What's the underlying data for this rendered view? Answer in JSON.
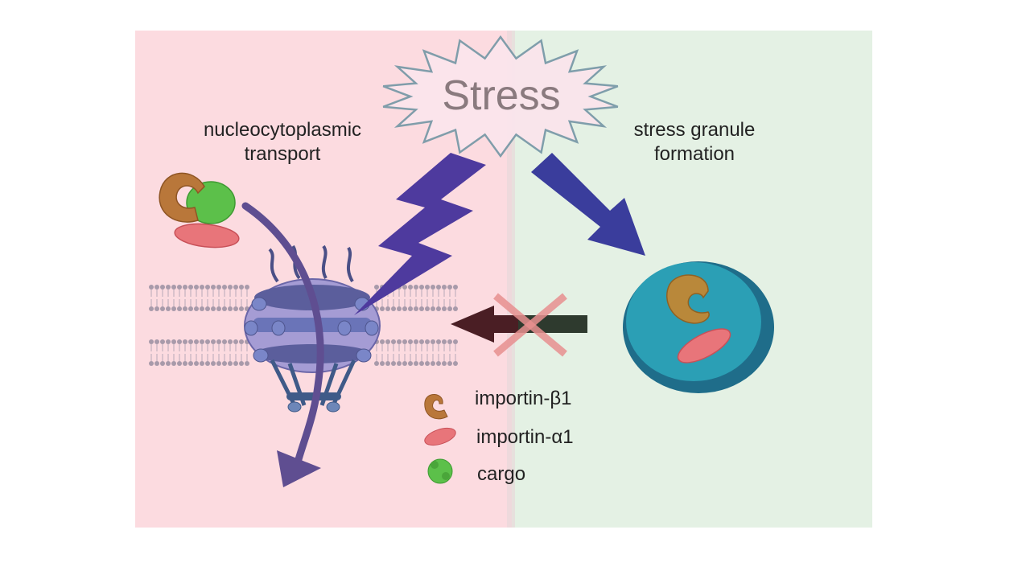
{
  "title": "Stress",
  "panels": {
    "left_label": "nucleocytoplasmic\ntransport",
    "right_label": "stress granule\nformation"
  },
  "legend": [
    {
      "label": "importin-β1",
      "icon": "importin-beta1-icon"
    },
    {
      "label": "importin-α1",
      "icon": "importin-alpha1-icon"
    },
    {
      "label": "cargo",
      "icon": "cargo-icon"
    }
  ],
  "colors": {
    "left_bg": "#fcdbe0",
    "right_bg": "#e4f1e4",
    "importin_beta": "#b9773a",
    "importin_alpha": "#e8757a",
    "cargo": "#5cc04a",
    "transport_arrow": "#5f4e91",
    "lightning": "#4e3a9e",
    "stress_arrow": "#3a3d9c",
    "granule": "#2b9fb5",
    "block_x": "#e89090"
  }
}
